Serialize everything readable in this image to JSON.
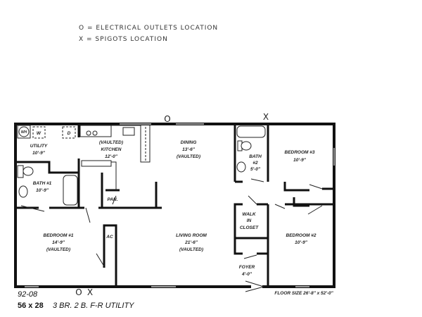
{
  "legend": {
    "outlets": "O = ELECTRICAL OUTLETS LOCATION",
    "spigots": "X = SPIGOTS LOCATION"
  },
  "markers": {
    "outlet": "O",
    "spigot": "X"
  },
  "rooms": {
    "utility": {
      "name": "UTILITY",
      "size": "10'-9\""
    },
    "kitchen": {
      "note": "(VAULTED)",
      "name": "KITCHEN",
      "size": "12'-0\""
    },
    "dining": {
      "name": "DINING",
      "size": "13'-6\"",
      "note": "(VAULTED)"
    },
    "bath1": {
      "name": "BATH #1",
      "size": "10'-9\""
    },
    "pantry": {
      "name": "PAN."
    },
    "bath2": {
      "name": "BATH",
      "num": "#2",
      "size": "5'-0\""
    },
    "bedroom3": {
      "name": "BEDROOM #3",
      "size": "10'-9\""
    },
    "walkin": {
      "l1": "WALK",
      "l2": "IN",
      "l3": "CLOSET"
    },
    "bedroom1": {
      "name": "BEDROOM #1",
      "size": "14'-9\"",
      "note": "(VAULTED)"
    },
    "ac": {
      "name": "AC"
    },
    "living": {
      "name": "LIVING ROOM",
      "size": "21'-6\"",
      "note": "(VAULTED)"
    },
    "bedroom2": {
      "name": "BEDROOM #2",
      "size": "10'-9\""
    },
    "foyer": {
      "name": "FOYER",
      "size": "4'-0\""
    }
  },
  "appliances": {
    "water_heater": "WH",
    "washer": "W",
    "dryer": "D"
  },
  "footer": {
    "model": "92-08",
    "dimensions": "56 x 28",
    "description": "3 BR. 2 B. F-R UTILITY",
    "floor_size": "FLOOR SIZE 26'-8\" x 52'-0\""
  }
}
